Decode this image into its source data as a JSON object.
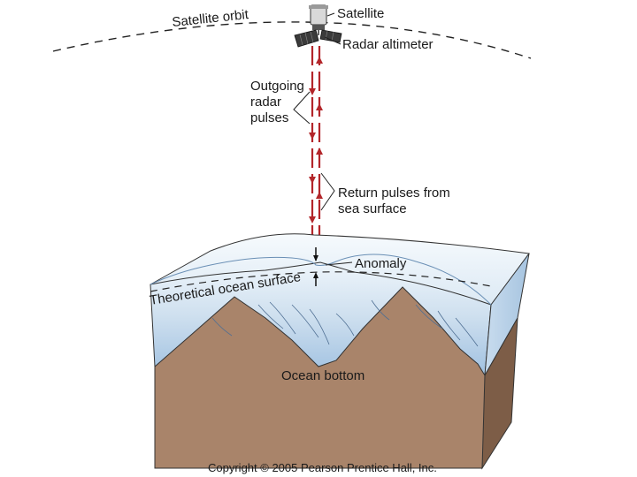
{
  "labels": {
    "satellite_orbit": "Satellite orbit",
    "satellite": "Satellite",
    "radar_altimeter": "Radar altimeter",
    "outgoing_1": "Outgoing",
    "outgoing_2": "radar",
    "outgoing_3": "pulses",
    "return_1": "Return pulses from",
    "return_2": "sea surface",
    "anomaly": "Anomaly",
    "theoretical_surface": "Theoretical ocean surface",
    "ocean_bottom": "Ocean bottom",
    "copyright": "Copyright © 2005 Pearson Prentice Hall, Inc."
  },
  "colors": {
    "pulse": "#b3262a",
    "water_light": "#e8f1f8",
    "water_deep": "#a9c6e2",
    "rock": "#a9846a",
    "rock_dark": "#7d5d47",
    "solar_panel": "#3b3b3b"
  }
}
